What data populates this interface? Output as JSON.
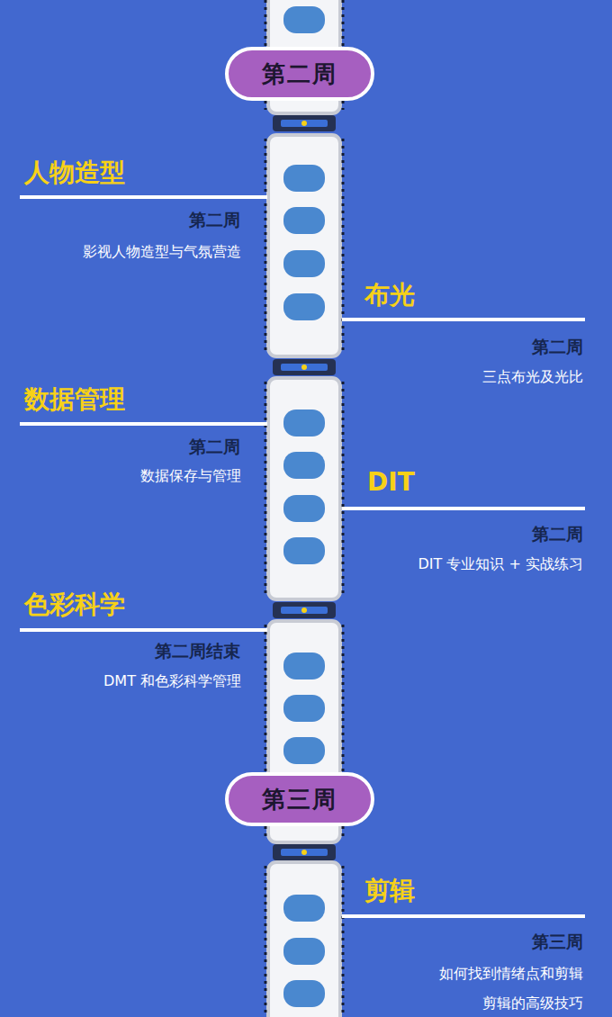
{
  "diagram": {
    "nodes": [
      {
        "text": [
          "第二周"
        ]
      },
      {
        "text": [
          "第三周"
        ]
      }
    ],
    "labels": [
      "人物造型",
      "第二周",
      "影视人物造型与气氛营造",
      "布光",
      "第二周",
      "三点布光及光比",
      "数据管理",
      "第二周",
      "数据保存与管理",
      "DIT",
      "第二周",
      "DIT 专业知识 + 实战练习",
      "色彩科学",
      "第二周结束",
      "DMT 和色彩科学管理",
      "剪辑",
      "第三周",
      "如何找到情绪点和剪辑",
      "剪辑的高级技巧"
    ]
  }
}
